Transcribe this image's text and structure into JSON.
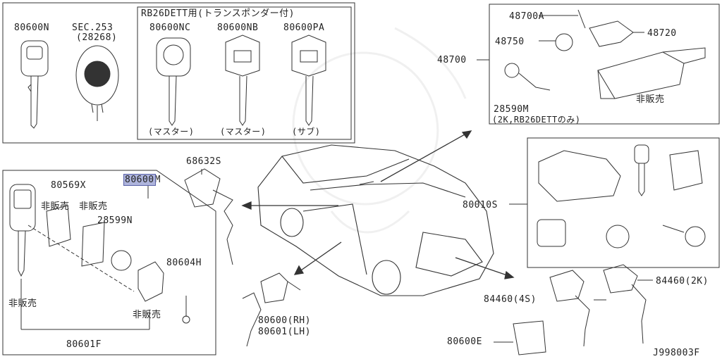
{
  "labels": {
    "p80600n": "80600N",
    "sec253": "SEC.253",
    "p28268": "(28268)",
    "rb26_title": "RB26DETT用(トランスポンダー付)",
    "p80600nc": "80600NC",
    "p80600nb": "80600NB",
    "p80600pa": "80600PA",
    "master": "(マスター)",
    "sub": "(サブ)",
    "p48700a": "48700A",
    "p48750": "48750",
    "p48720": "48720",
    "p48700": "48700",
    "not_sold": "非販売",
    "p28590m": "28590M",
    "p28590m_note": "(2K,RB26DETTのみ)",
    "p80010s": "80010S",
    "p80600": "80600",
    "p80600m_suffix": "M",
    "p80569x": "80569X",
    "p28599n": "28599N",
    "p80604h": "80604H",
    "p80601f": "80601F",
    "p68632s": "68632S",
    "p80600rh": "80600(RH)",
    "p80601lh": "80601(LH)",
    "p84460_4s": "84460(4S)",
    "p84460_2k": "84460(2K)",
    "p80600e": "80600E",
    "diagram_id": "J998003F"
  },
  "colors": {
    "highlight": "#aeb4dc",
    "line": "#333333"
  }
}
